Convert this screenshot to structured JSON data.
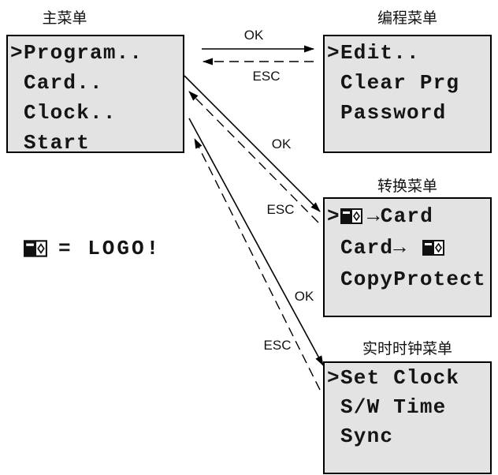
{
  "menus": {
    "main": {
      "title": "主菜单",
      "items": [
        {
          "cursor": ">",
          "label": "Program.."
        },
        {
          "cursor": "",
          "label": "Card.."
        },
        {
          "cursor": "",
          "label": "Clock.."
        },
        {
          "cursor": "",
          "label": "Start"
        }
      ]
    },
    "program": {
      "title": "编程菜单",
      "items": [
        {
          "cursor": ">",
          "label": "Edit.."
        },
        {
          "cursor": "",
          "label": "Clear Prg"
        },
        {
          "cursor": "",
          "label": "Password"
        }
      ]
    },
    "card": {
      "title": "转换菜单",
      "items": [
        {
          "cursor": ">",
          "icon": "logo-device-icon",
          "label": "→Card"
        },
        {
          "cursor": "",
          "label": "Card→",
          "icon": "logo-device-icon"
        },
        {
          "cursor": "",
          "label": "CopyProtect"
        }
      ]
    },
    "clock": {
      "title": "实时时钟菜单",
      "items": [
        {
          "cursor": ">",
          "label": "Set Clock"
        },
        {
          "cursor": "",
          "label": "S/W Time"
        },
        {
          "cursor": "",
          "label": "Sync"
        }
      ]
    }
  },
  "transitions": {
    "main_to_program": {
      "forward": "OK",
      "back": "ESC"
    },
    "main_to_card": {
      "forward": "OK",
      "back": "ESC"
    },
    "main_to_clock": {
      "forward": "OK",
      "back": "ESC"
    }
  },
  "legend": {
    "icon": "logo-device-icon",
    "text": "= LOGO!"
  },
  "colors": {
    "box_fill": "#e3e3e3",
    "border": "#000000",
    "arrow": "#000000"
  }
}
